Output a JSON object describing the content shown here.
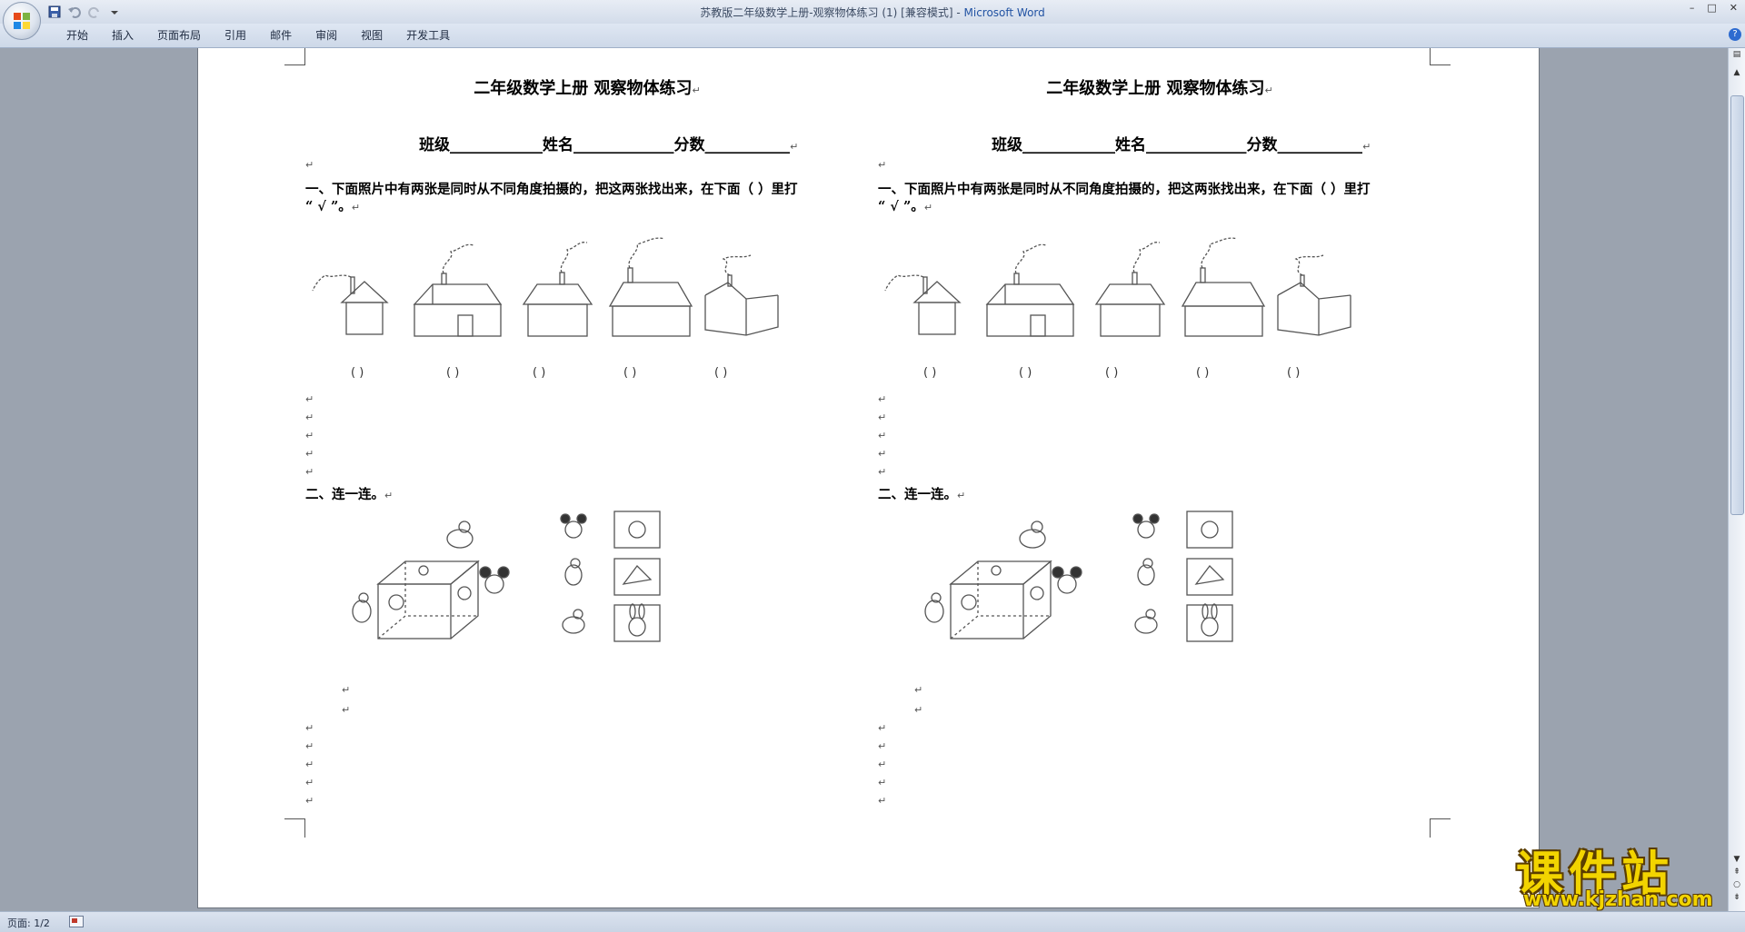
{
  "window": {
    "title_doc": "苏教版二年级数学上册-观察物体练习 (1) [兼容模式] - ",
    "title_app": "Microsoft Word",
    "min": "–",
    "max": "□",
    "close": "✕"
  },
  "ribbon": {
    "tabs": [
      "开始",
      "插入",
      "页面布局",
      "引用",
      "邮件",
      "审阅",
      "视图",
      "开发工具"
    ],
    "help": "?"
  },
  "document": {
    "columns": [
      {
        "title": "二年级数学上册 观察物体练习",
        "info_line": "班级____________姓名_____________分数___________",
        "q1_line1": "一、下面照片中有两张是同时从不同角度拍摄的，把这两张找出来，在下面（    ）里打",
        "q1_line2": "“ √ ”。",
        "brackets": [
          "(      )",
          "(      )",
          "(      )",
          "(      )",
          "(      )"
        ],
        "q2": "二、连一连。"
      },
      {
        "title": "二年级数学上册 观察物体练习",
        "info_line": "班级____________姓名_____________分数___________",
        "q1_line1": "一、下面照片中有两张是同时从不同角度拍摄的，把这两张找出来，在下面（    ）里打",
        "q1_line2": "“ √ ”。",
        "brackets": [
          "(      )",
          "(      )",
          "(      )",
          "(      )",
          "(      )"
        ],
        "q2": "二、连一连。"
      }
    ],
    "para_mark": "↵"
  },
  "status": {
    "page": "页面: 1/2",
    "macro_icon": "macro-recording-icon"
  },
  "watermark": {
    "main": "课件站",
    "url": "www.kjzhan.com"
  }
}
